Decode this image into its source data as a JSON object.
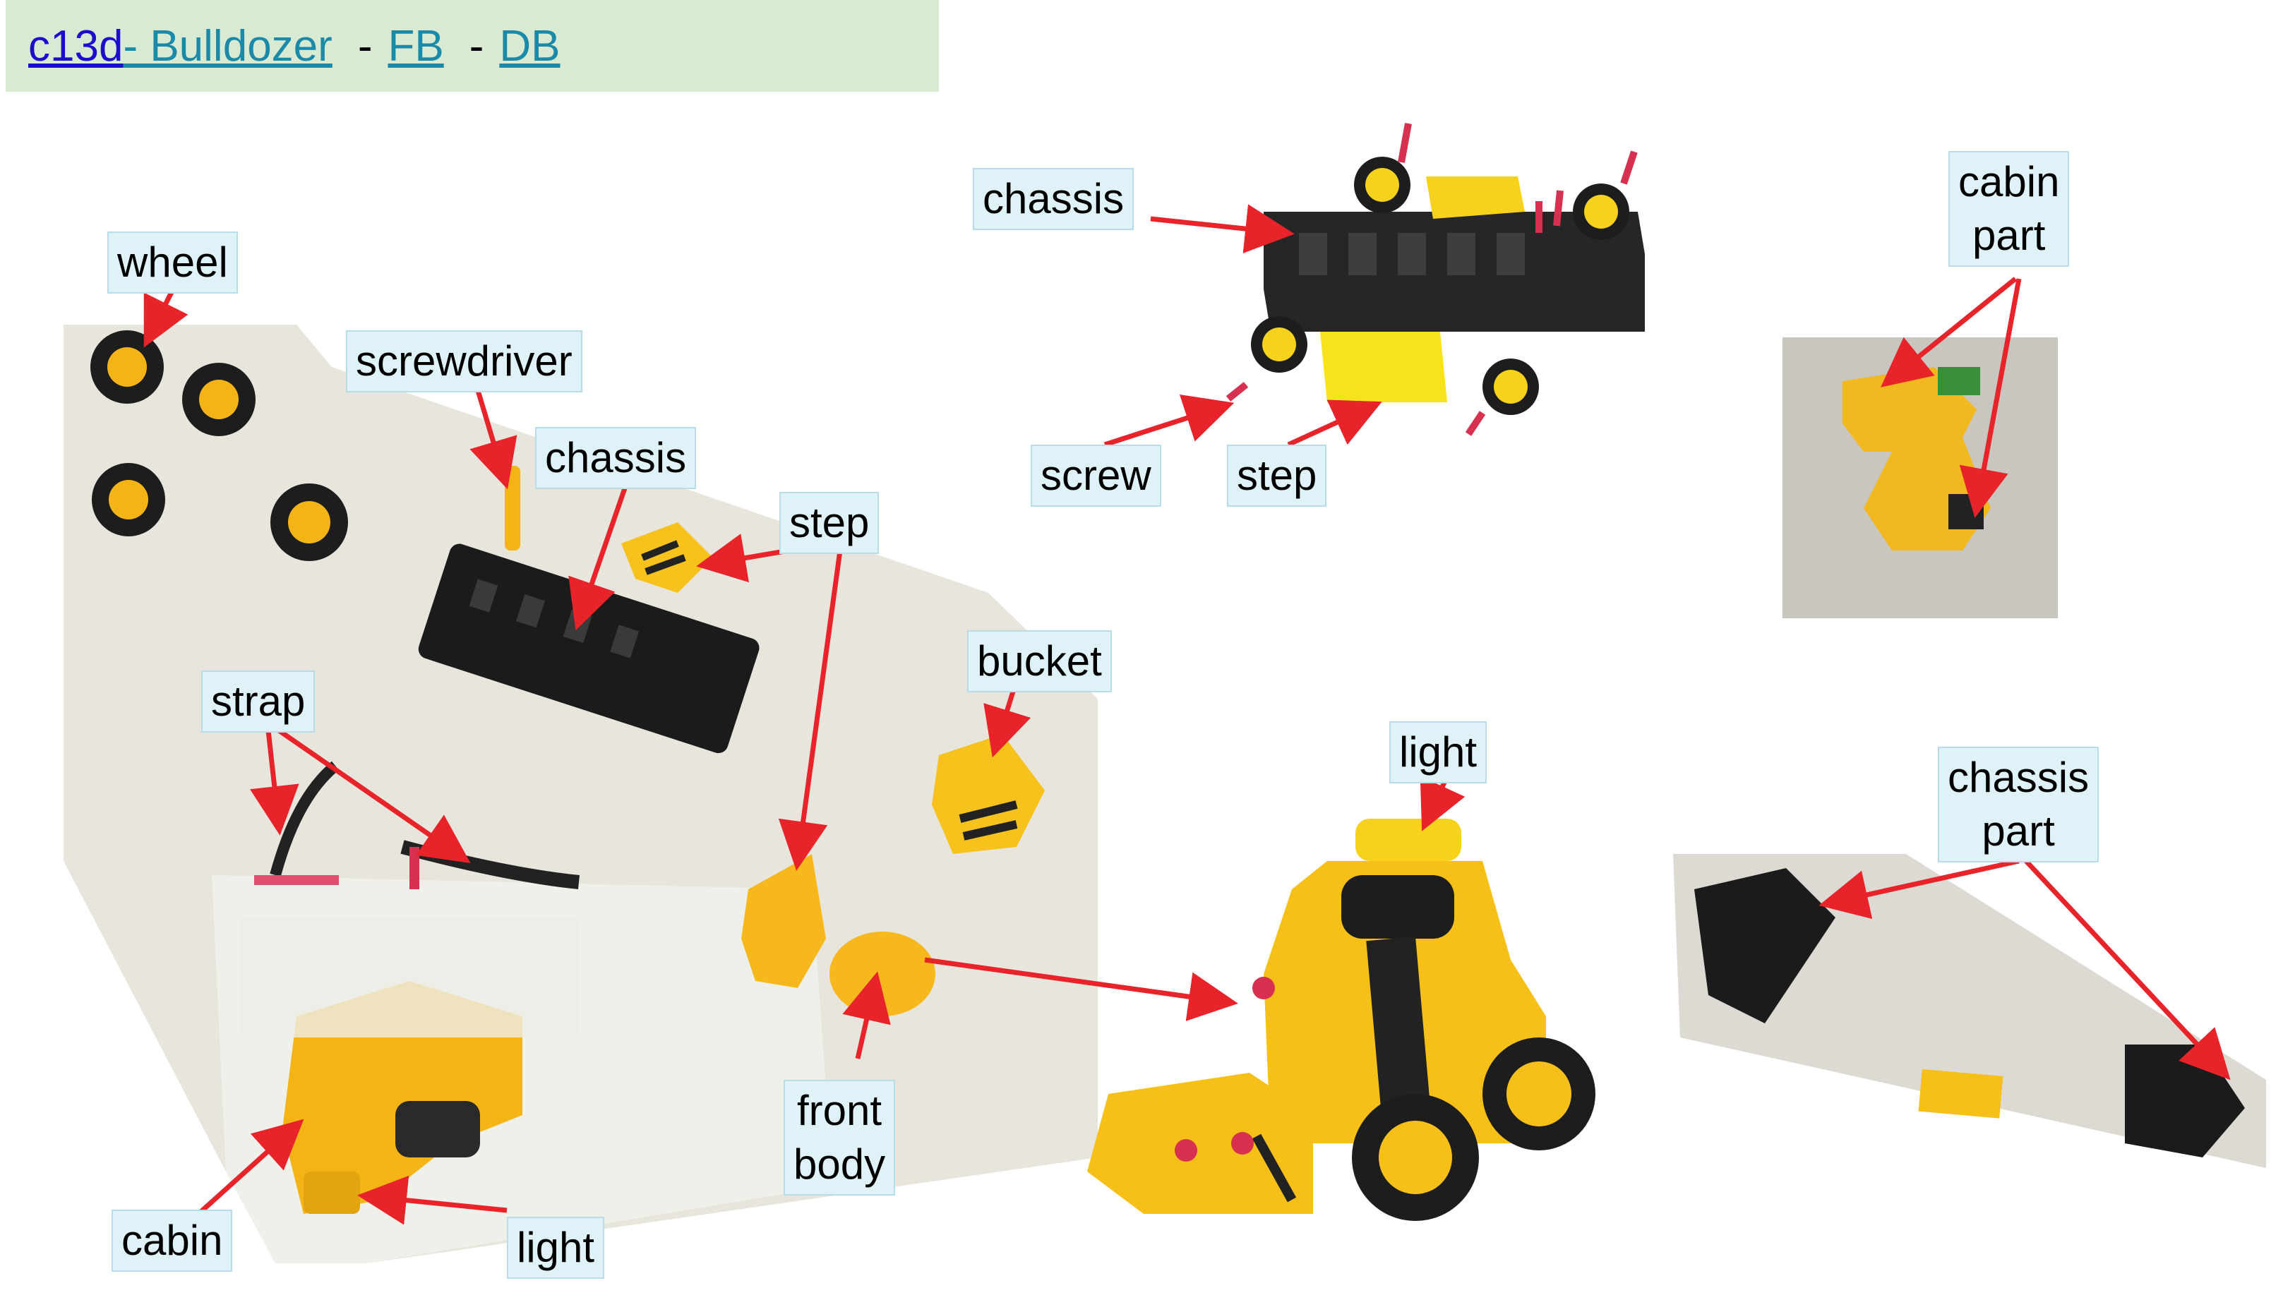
{
  "header": {
    "code": "c13d",
    "title": " - Bulldozer",
    "sep1": "-",
    "fb": "FB",
    "sep2": "-",
    "db": "DB"
  },
  "labels": {
    "wheel": "wheel",
    "screwdriver": "screwdriver",
    "chassis_left": "chassis",
    "step_left": "step",
    "bucket": "bucket",
    "strap": "strap",
    "front_body_1": "front",
    "front_body_2": "body",
    "cabin": "cabin",
    "light_left": "light",
    "chassis_top": "chassis",
    "screw": "screw",
    "step_top": "step",
    "cabin_part_1": "cabin",
    "cabin_part_2": "part",
    "light_right": "light",
    "chassis_part_1": "chassis",
    "chassis_part_2": "part"
  },
  "colors": {
    "header_bg": "#d9ead3",
    "label_bg": "#dff2f7",
    "arrow": "#e8232a",
    "toy_yellow": "#f7c21c",
    "toy_black": "#222222",
    "table": "#e9e7df"
  }
}
